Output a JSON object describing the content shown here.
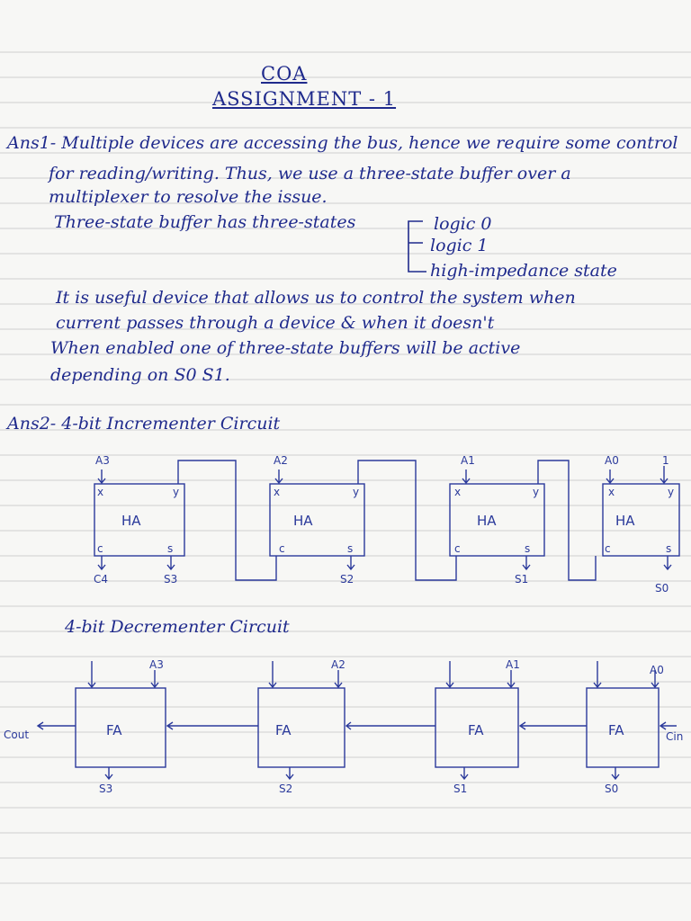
{
  "header": {
    "title": "COA",
    "subtitle": "ASSIGNMENT - 1"
  },
  "answer1": {
    "lines": [
      "Ans1- Multiple devices are accessing the bus, hence we require some control",
      "for reading/writing. Thus, we use a three-state buffer over a",
      "multiplexer to resolve the issue.",
      "Three-state buffer has three-states"
    ],
    "states": [
      "logic 0",
      "logic 1",
      "high-impedance state"
    ],
    "more_lines": [
      "It is useful device that allows us to control the system when",
      "current passes through a device & when it doesn't",
      "When enabled one of three-state buffers will be active",
      "depending on S0 S1."
    ]
  },
  "answer2": {
    "heading": "Ans2- 4-bit Incrementer Circuit",
    "blocks": [
      {
        "label": "HA",
        "input": "A3",
        "x_pin": "x",
        "y_pin": "y",
        "c_pin": "c",
        "s_pin": "s",
        "carry_out": "C4",
        "sum_out": "S3"
      },
      {
        "label": "HA",
        "input": "A2",
        "x_pin": "x",
        "y_pin": "y",
        "c_pin": "c",
        "s_pin": "s",
        "sum_out": "S2"
      },
      {
        "label": "HA",
        "input": "A1",
        "x_pin": "x",
        "y_pin": "y",
        "c_pin": "c",
        "s_pin": "s",
        "sum_out": "S1"
      },
      {
        "label": "HA",
        "input": "A0",
        "x_pin": "x",
        "y_pin": "y",
        "c_pin": "c",
        "s_pin": "s",
        "y_input": "1",
        "sum_out": "S0"
      }
    ]
  },
  "decrementer": {
    "heading": "4-bit Decrementer Circuit",
    "cout": "Cout",
    "cin": "Cin",
    "blocks": [
      {
        "label": "FA",
        "input": "A3",
        "sum_out": "S3"
      },
      {
        "label": "FA",
        "input": "A2",
        "sum_out": "S2"
      },
      {
        "label": "FA",
        "input": "A1",
        "sum_out": "S1"
      },
      {
        "label": "FA",
        "input": "A0",
        "sum_out": "S0"
      }
    ]
  },
  "colors": {
    "ink": "#1f2a8c",
    "rule": "#c9c9c9",
    "paper": "#f7f7f5"
  }
}
